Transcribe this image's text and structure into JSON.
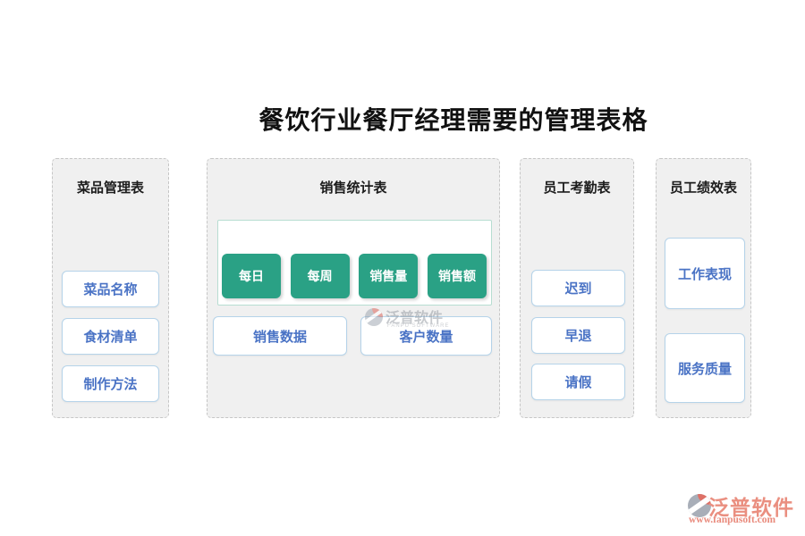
{
  "page": {
    "title": "餐饮行业餐厅经理需要的管理表格"
  },
  "panels": [
    {
      "header": "菜品管理表",
      "buttons": [
        "菜品名称",
        "食材清单",
        "制作方法"
      ]
    },
    {
      "header": "销售统计表",
      "green_buttons": [
        "每日",
        "每周",
        "销售量",
        "销售额"
      ],
      "buttons": [
        "销售数据",
        "客户数量"
      ]
    },
    {
      "header": "员工考勤表",
      "buttons": [
        "迟到",
        "早退",
        "请假"
      ]
    },
    {
      "header": "员工绩效表",
      "buttons": [
        "工作表现",
        "服务质量"
      ]
    }
  ],
  "watermark_center": {
    "brand": "泛普软件",
    "subtitle": "FANPU SOFTWARE"
  },
  "watermark_corner": {
    "brand": "泛普软件",
    "url": "www.fanpusoft.com"
  },
  "colors": {
    "green_button": "#2aa185",
    "button_text_blue": "#4a73c5",
    "button_border_blue": "#b5d3e9",
    "box_border_teal": "#b7ddd1",
    "panel_background": "#f0f0f0",
    "panel_border": "#c6c6c6",
    "watermark_salmon": "#ea8f80",
    "logo_gray": "#99a1ac",
    "logo_red": "#d9584c"
  }
}
